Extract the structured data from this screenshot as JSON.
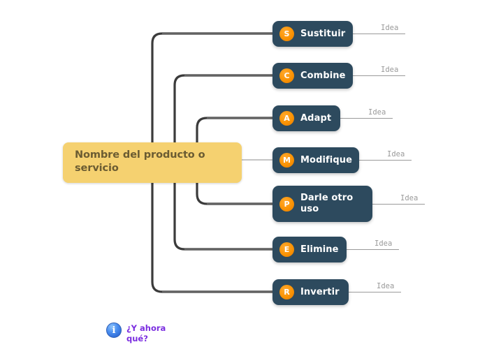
{
  "diagram": {
    "type": "mind-map",
    "technique": "SCAMPER",
    "background_color": "#ffffff",
    "root": {
      "label": "Nombre del producto o servicio",
      "fill_color": "#f5d170",
      "text_color": "#6b5c32"
    },
    "branch_style": {
      "fill_color": "#2d4a5e",
      "text_color": "#ffffff",
      "badge_color": "#fb9304"
    },
    "connector_colors": {
      "trunk": "#3b3b3b",
      "stub": "#9a9a9a"
    },
    "branches": [
      {
        "badge": "S",
        "label": "Sustituir",
        "idea": "Idea"
      },
      {
        "badge": "C",
        "label": "Combine",
        "idea": "Idea"
      },
      {
        "badge": "A",
        "label": "Adapt",
        "idea": "Idea"
      },
      {
        "badge": "M",
        "label": "Modifique",
        "idea": "Idea"
      },
      {
        "badge": "P",
        "label": "Darle otro uso",
        "idea": "Idea"
      },
      {
        "badge": "E",
        "label": "Elimine",
        "idea": "Idea"
      },
      {
        "badge": "R",
        "label": "Invertir",
        "idea": "Idea"
      }
    ],
    "footnote": {
      "icon": "info-icon",
      "glyph": "i",
      "label": "¿Y ahora qué?",
      "text_color": "#7b2ee0"
    }
  }
}
